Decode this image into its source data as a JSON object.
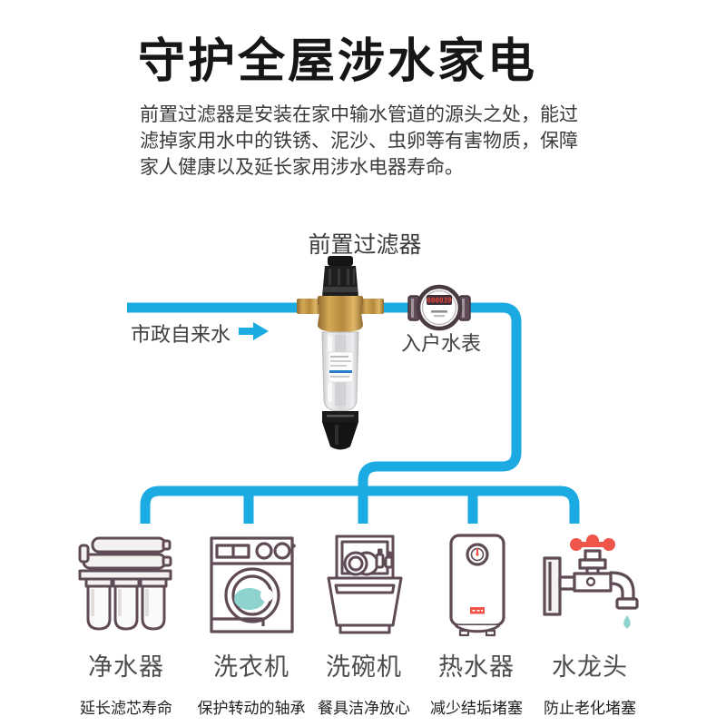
{
  "header": {
    "title": "守护全屋涉水家电",
    "description": "前置过滤器是安装在家中输水管道的源头之处，能过滤掉家用水中的铁锈、泥沙、虫卵等有害物质，保障家人健康以及延长家用涉水电器寿命。"
  },
  "diagram": {
    "filter_label": "前置过滤器",
    "source_label": "市政自来水",
    "meter_label": "入户水表",
    "meter_reading": "000039",
    "colors": {
      "pipe_blue": "#1BAAE1",
      "icon_outline": "#5F4B55",
      "accent_red": "#EF5548",
      "accent_teal": "#8FD3CF",
      "brass": "#B5893E",
      "device_black": "#1B1B1B"
    }
  },
  "appliances": [
    {
      "label": "净水器",
      "caption": "延长滤芯寿命"
    },
    {
      "label": "洗衣机",
      "caption": "保护转动的轴承"
    },
    {
      "label": "洗碗机",
      "caption": "餐具洁净放心"
    },
    {
      "label": "热水器",
      "caption": "减少结垢堵塞"
    },
    {
      "label": "水龙头",
      "caption": "防止老化堵塞"
    }
  ]
}
